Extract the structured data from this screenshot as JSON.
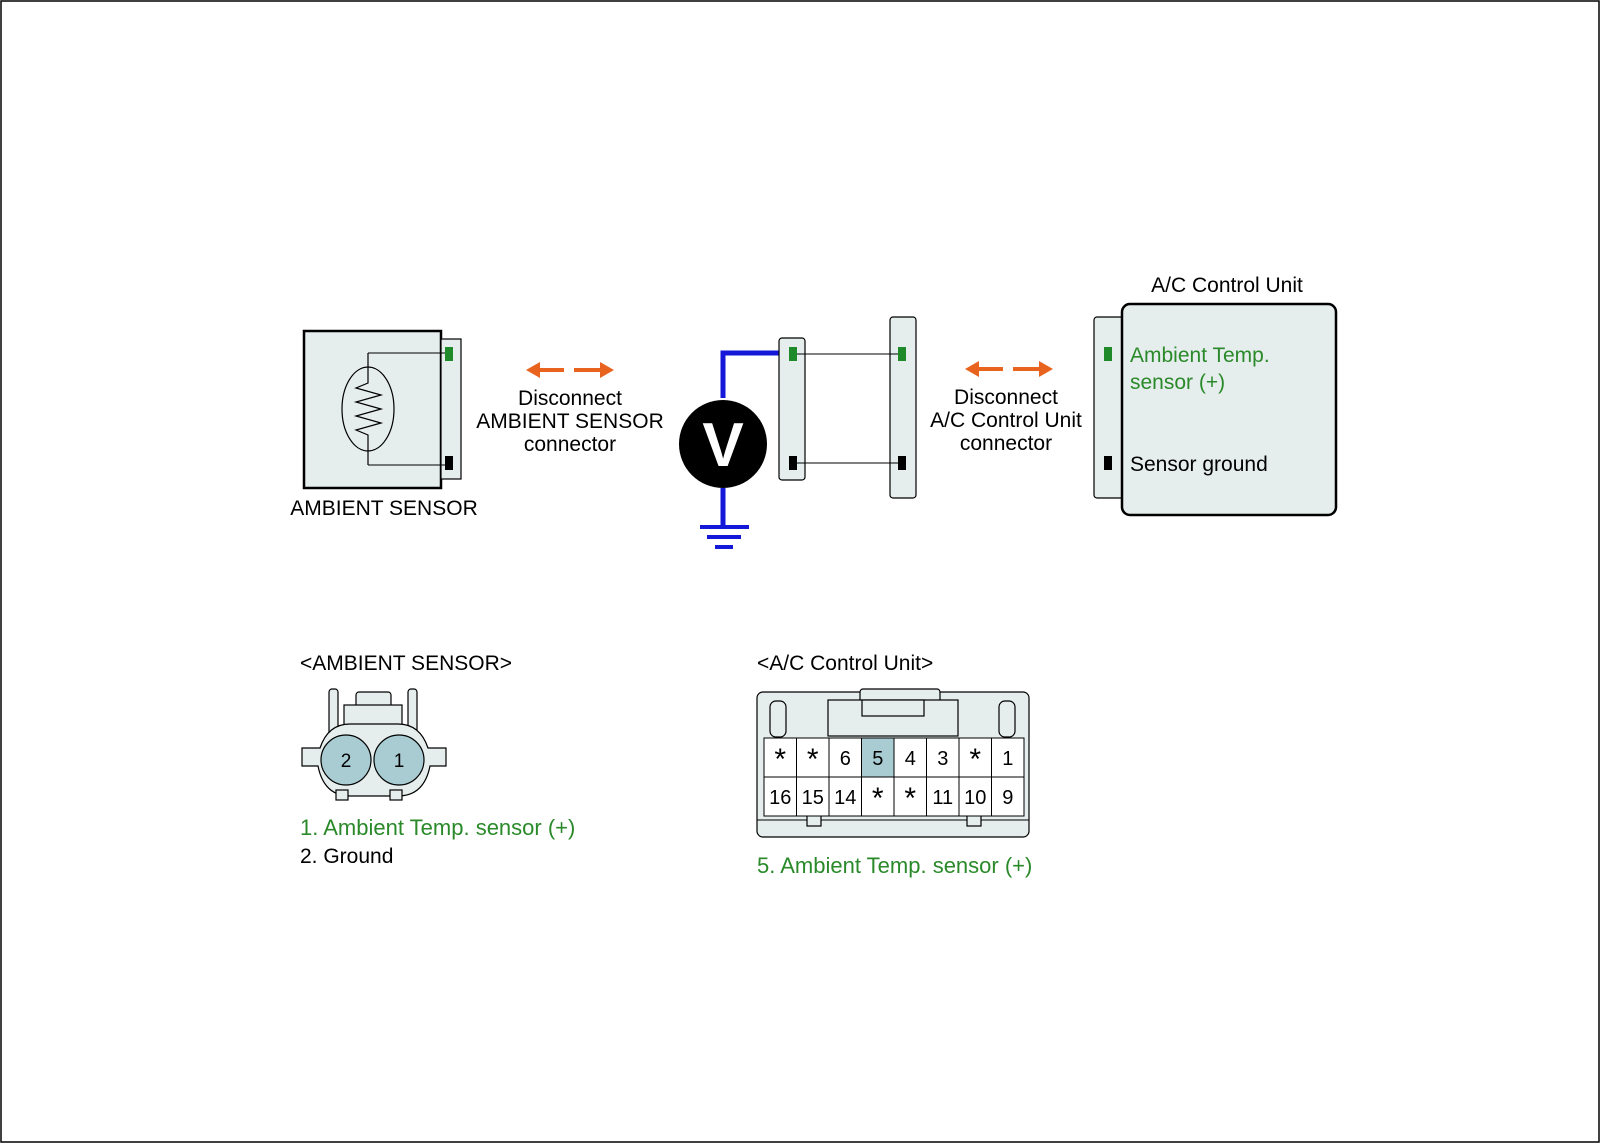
{
  "colors": {
    "wire_green": "#1e8a2a",
    "text_green": "#2a8a2a",
    "meter_lead": "#1418d8",
    "arrow_orange": "#e8641e",
    "housing_fill": "#e6eded",
    "pin_highlight": "#a9ccd3",
    "outline": "#000000"
  },
  "icons": {
    "voltmeter": "voltmeter-icon",
    "ground": "ground-symbol-icon",
    "thermistor": "thermistor-icon",
    "arrows": "double-arrow-icon"
  },
  "ambient_sensor": {
    "label": "AMBIENT SENSOR"
  },
  "disconnect_sensor": {
    "line1": "Disconnect",
    "line2": "AMBIENT SENSOR",
    "line3": "connector"
  },
  "meter": {
    "symbol": "V"
  },
  "disconnect_acu": {
    "line1": "Disconnect",
    "line2": "A/C Control Unit",
    "line3": "connector"
  },
  "ac_control_unit": {
    "title": "A/C Control Unit",
    "pin_plus_line1": "Ambient Temp.",
    "pin_plus_line2": "sensor (+)",
    "pin_ground": "Sensor ground"
  },
  "sensor_connector_view": {
    "title": "<AMBIENT SENSOR>",
    "pins": [
      "2",
      "1"
    ],
    "legend": [
      {
        "text": "1. Ambient Temp. sensor (+)",
        "highlight": true
      },
      {
        "text": "2. Ground",
        "highlight": false
      }
    ]
  },
  "acu_connector_view": {
    "title": "<A/C Control Unit>",
    "rows": [
      [
        "*",
        "*",
        "6",
        "5",
        "4",
        "3",
        "*",
        "1"
      ],
      [
        "16",
        "15",
        "14",
        "*",
        "*",
        "11",
        "10",
        "9"
      ]
    ],
    "highlighted_pin": "5",
    "legend": [
      {
        "text": "5. Ambient Temp. sensor (+)",
        "highlight": true
      }
    ]
  }
}
